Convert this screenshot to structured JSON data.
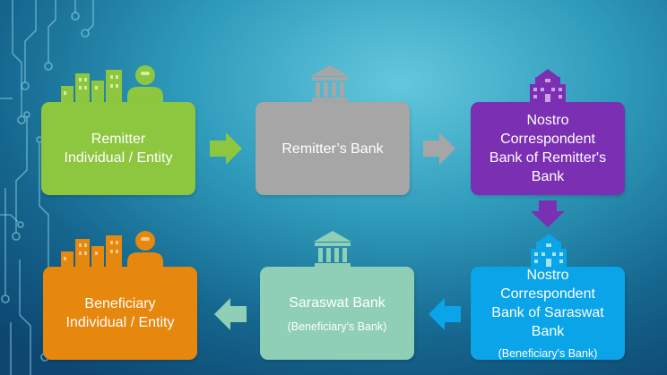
{
  "diagram": {
    "nodes": [
      {
        "id": "remitter",
        "title": "Remitter\nIndividual / Entity",
        "subtitle": "",
        "color": "#8dc63f"
      },
      {
        "id": "remitters-bank",
        "title": "Remitter’s Bank",
        "subtitle": "",
        "color": "#a6a6a6"
      },
      {
        "id": "nostro-remitter",
        "title": "Nostro\nCorrespondent\nBank of Remitter's\nBank",
        "subtitle": "",
        "color": "#7b2fb3"
      },
      {
        "id": "nostro-saraswat",
        "title": "Nostro\nCorrespondent\nBank of Saraswat\nBank",
        "subtitle": "(Beneficiary's Bank)",
        "color": "#0aa4e8"
      },
      {
        "id": "saraswat",
        "title": "Saraswat Bank",
        "subtitle": "(Beneficiary's Bank)",
        "color": "#8ecfb5"
      },
      {
        "id": "beneficiary",
        "title": "Beneficiary\nIndividual / Entity",
        "subtitle": "",
        "color": "#e6870e"
      }
    ],
    "edges": [
      {
        "from": "remitter",
        "to": "remitters-bank"
      },
      {
        "from": "remitters-bank",
        "to": "nostro-remitter"
      },
      {
        "from": "nostro-remitter",
        "to": "nostro-saraswat"
      },
      {
        "from": "nostro-saraswat",
        "to": "saraswat"
      },
      {
        "from": "saraswat",
        "to": "beneficiary"
      }
    ],
    "icons": [
      {
        "node": "remitter",
        "name": "buildings-person-icon",
        "color": "#8dc63f"
      },
      {
        "node": "remitters-bank",
        "name": "bank-icon",
        "color": "#a6a6a6"
      },
      {
        "node": "nostro-remitter",
        "name": "bank-building-icon",
        "color": "#7b2fb3"
      },
      {
        "node": "nostro-saraswat",
        "name": "bank-building-icon",
        "color": "#0aa4e8"
      },
      {
        "node": "saraswat",
        "name": "bank-icon",
        "color": "#8ecfb5"
      },
      {
        "node": "beneficiary",
        "name": "buildings-person-icon",
        "color": "#e6870e"
      }
    ],
    "arrow_colors": {
      "remitter-to-remitters-bank": "#8dc63f",
      "remitters-bank-to-nostro-remitter": "#a6a6a6",
      "nostro-remitter-to-nostro-saraswat": "#7b2fb3",
      "nostro-saraswat-to-saraswat": "#0aa4e8",
      "saraswat-to-beneficiary": "#8ecfb5"
    }
  }
}
